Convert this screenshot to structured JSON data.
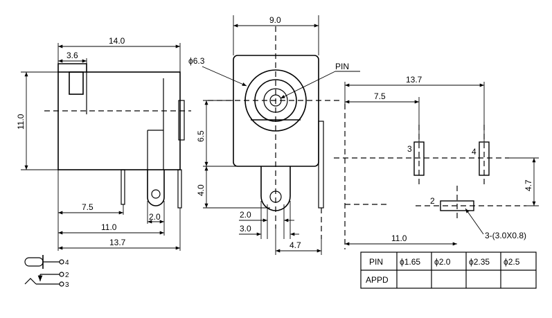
{
  "dimensions": {
    "side_total_length": "14.0",
    "side_flange_length": "3.6",
    "side_height": "11.0",
    "pin_offset_7_5": "7.5",
    "pin_offset_11_0": "11.0",
    "pin_offset_13_7": "13.7",
    "pin_width_2_0_side": "2.0",
    "front_width": "9.0",
    "hole_diameter": "6.3",
    "pin_label": "PIN",
    "front_center_height": "6.5",
    "front_bottom_height": "4.0",
    "front_tab_width_2_0": "2.0",
    "front_tab_width_3_0": "3.0",
    "front_side_pin_offset": "4.7",
    "pcb_13_7": "13.7",
    "pcb_7_5": "7.5",
    "pcb_4_7": "4.7",
    "pcb_11_0": "11.0",
    "pad_3": "3",
    "pad_4": "4",
    "pad_2": "2",
    "pad_size_note": "3-(3.0X0.8)"
  },
  "schematic": {
    "terminal_4": "4",
    "terminal_2": "2",
    "terminal_3": "3"
  },
  "table": {
    "row_labels": [
      "PIN",
      "APPD"
    ],
    "pin_sizes": [
      "ϕ1.65",
      "ϕ2.0",
      "ϕ2.35",
      "ϕ2.5"
    ],
    "appd_values": [
      "",
      "",
      "",
      ""
    ]
  }
}
